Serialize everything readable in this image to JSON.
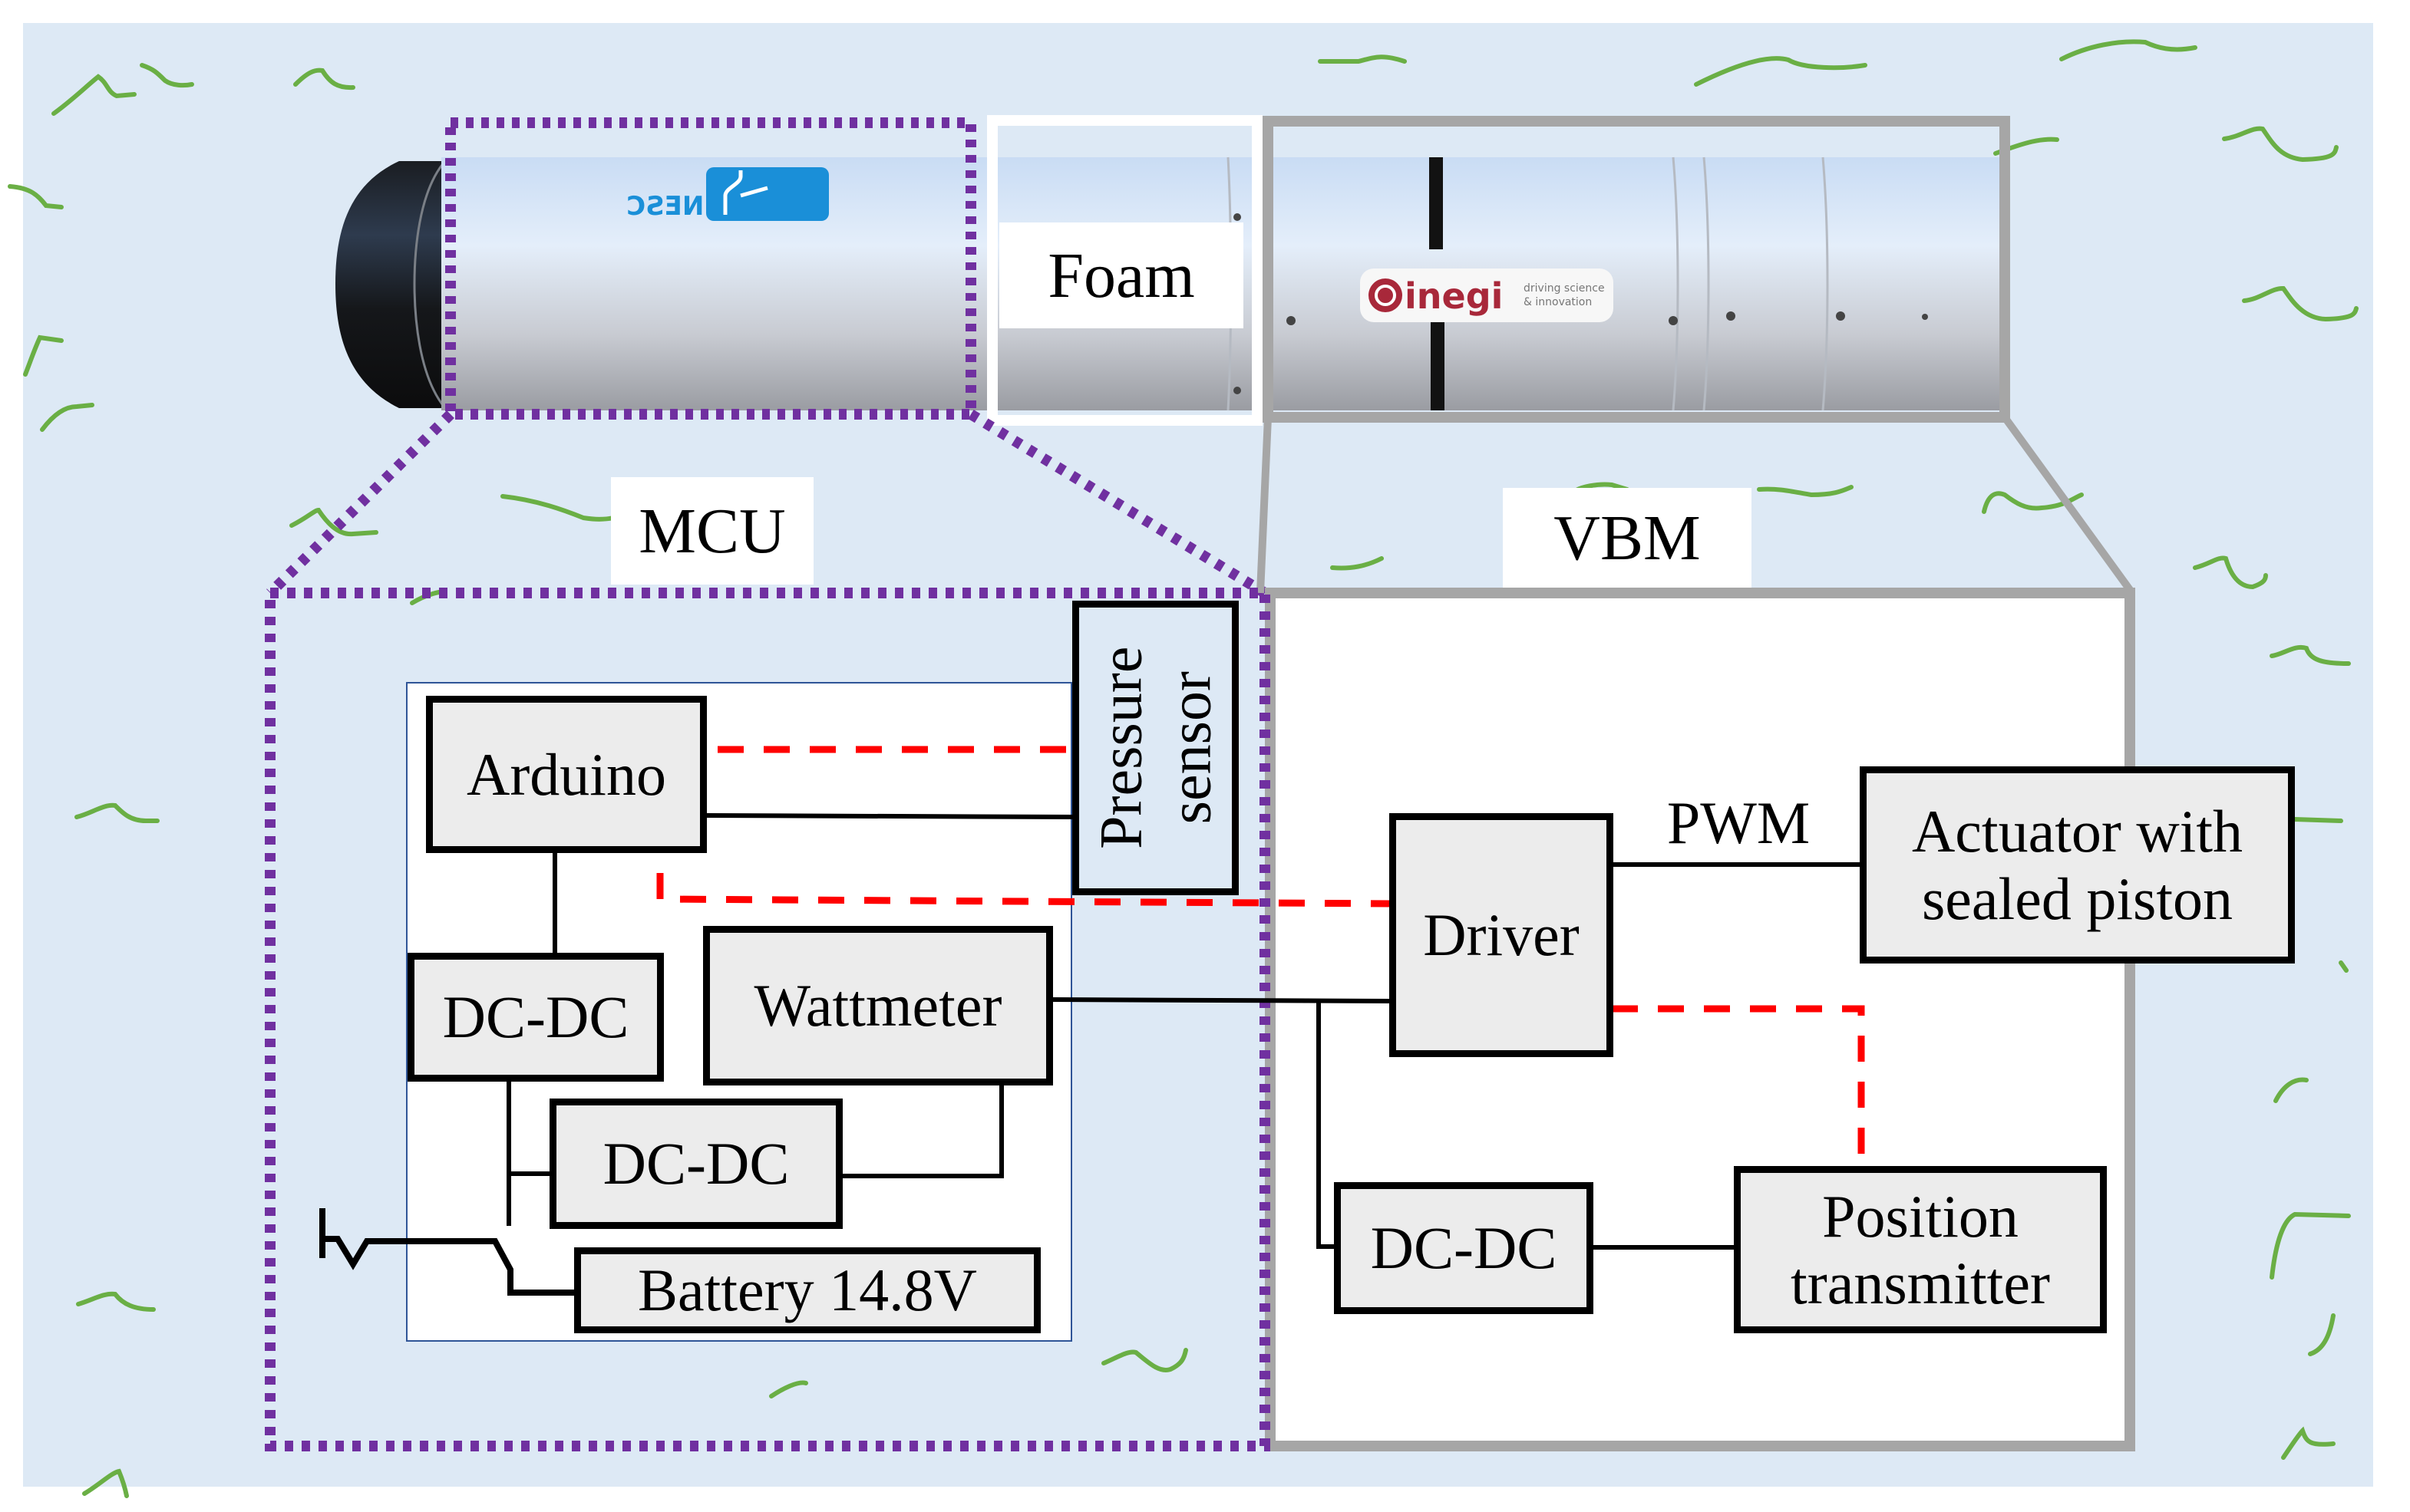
{
  "figure": {
    "type": "block-diagram",
    "description_tags": [
      "underwater-vehicle",
      "hull-photo",
      "electronics-schematic"
    ]
  },
  "colors": {
    "water_background": "#dde9f5",
    "seaweed_stroke": "#6aaf45",
    "mcu_outline": "#7030a0",
    "vbm_outline": "#a6a6a6",
    "signal_line": "#ff0000",
    "power_line": "#000000",
    "block_fill": "#ececec",
    "pressure_sensor_fill": "#dde9f5",
    "panel_border": "#2f5597"
  },
  "hull": {
    "sections": [
      {
        "id": "mcu",
        "label": "MCU",
        "outline": "dotted-purple"
      },
      {
        "id": "foam",
        "label": "Foam",
        "outline": "white"
      },
      {
        "id": "vbm",
        "label": "VBM",
        "outline": "solid-gray"
      }
    ],
    "logos": [
      {
        "section": "mcu",
        "text": "INESC",
        "mirrored": true
      },
      {
        "section": "vbm",
        "text": "inegi",
        "tagline_line1": "driving science",
        "tagline_line2": "& innovation"
      }
    ]
  },
  "mcu": {
    "title": "MCU",
    "blocks": {
      "arduino": "Arduino",
      "pressure_sensor": {
        "line1": "Pressure",
        "line2": "sensor"
      },
      "dcdc_1": "DC-DC",
      "wattmeter": "Wattmeter",
      "dcdc_2": "DC-DC",
      "battery": "Battery 14.8V"
    }
  },
  "vbm": {
    "title": "VBM",
    "blocks": {
      "driver": "Driver",
      "actuator": {
        "line1": "Actuator with",
        "line2": "sealed piston"
      },
      "dcdc_3": "DC-DC",
      "position_transmitter": {
        "line1": "Position",
        "line2": "transmitter"
      }
    },
    "labels": {
      "pwm": "PWM"
    }
  },
  "connections": [
    {
      "from": "Arduino",
      "to": "Pressure sensor",
      "kind": "signal",
      "style": "dashed-red"
    },
    {
      "from": "Arduino",
      "to": "Pressure sensor",
      "kind": "power",
      "style": "solid-black"
    },
    {
      "from": "Arduino",
      "to": "Driver",
      "kind": "signal",
      "style": "dashed-red"
    },
    {
      "from": "Arduino",
      "to": "DC-DC (MCU 1)",
      "kind": "power",
      "style": "solid-black"
    },
    {
      "from": "DC-DC (MCU 1)",
      "to": "DC-DC (MCU 2)",
      "kind": "power",
      "style": "solid-black"
    },
    {
      "from": "DC-DC (MCU 2)",
      "to": "Wattmeter",
      "kind": "power",
      "style": "solid-black"
    },
    {
      "from": "Battery 14.8V",
      "to": "Switch",
      "kind": "power",
      "style": "solid-black"
    },
    {
      "from": "Wattmeter",
      "to": "Driver",
      "kind": "power",
      "style": "solid-black"
    },
    {
      "from": "Wattmeter",
      "to": "DC-DC (VBM)",
      "kind": "power",
      "style": "solid-black"
    },
    {
      "from": "Driver",
      "to": "Actuator with sealed piston",
      "kind": "PWM",
      "style": "solid-black"
    },
    {
      "from": "Driver",
      "to": "Position transmitter",
      "kind": "signal",
      "style": "dashed-red"
    },
    {
      "from": "DC-DC (VBM)",
      "to": "Position transmitter",
      "kind": "power",
      "style": "solid-black"
    }
  ]
}
